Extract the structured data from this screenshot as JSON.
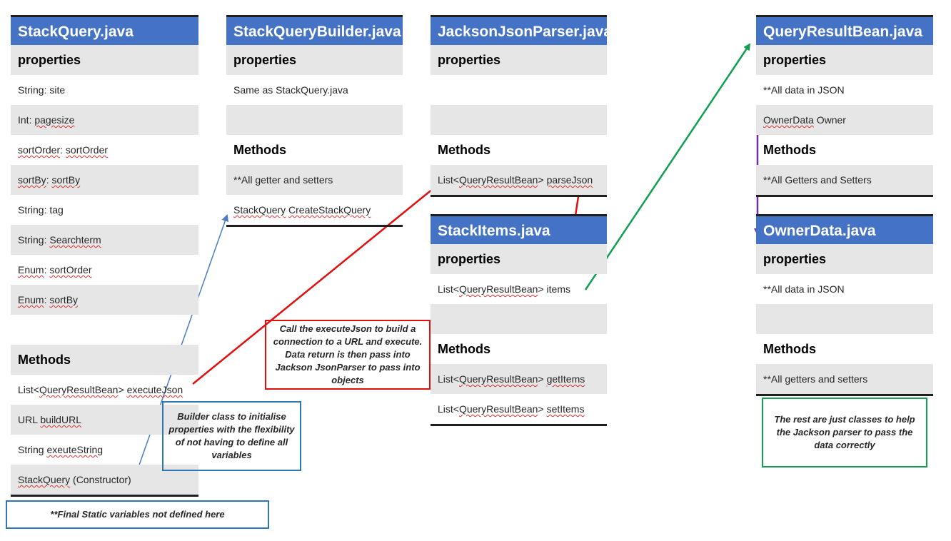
{
  "stackquery": {
    "title": "StackQuery.java",
    "properties_label": "properties",
    "properties": [
      "String: site",
      "Int: pagesize",
      "sortOrder: sortOrder",
      "sortBy: sortBy",
      "String: tag",
      "String: Searchterm",
      "Enum: sortOrder",
      "Enum: sortBy"
    ],
    "methods_label": "Methods",
    "methods": [
      "List<QueryResultBean> executeJson",
      "URL buildURL",
      "String exeuteString",
      "StackQuery (Constructor)"
    ]
  },
  "builder": {
    "title": "StackQueryBuilder.java",
    "properties_label": "properties",
    "properties": [
      "Same as StackQuery.java"
    ],
    "methods_label": "Methods",
    "methods": [
      "**All getter and setters",
      "StackQuery CreateStackQuery"
    ]
  },
  "parser": {
    "title": "JacksonJsonParser.java",
    "properties_label": "properties",
    "methods_label": "Methods",
    "methods": [
      "List<QueryResultBean> parseJson"
    ]
  },
  "stackitems": {
    "title": "StackItems.java",
    "properties_label": "properties",
    "properties": [
      "List<QueryResultBean> items"
    ],
    "methods_label": "Methods",
    "methods": [
      "List<QueryResultBean> getItems",
      "List<QueryResultBean> setItems"
    ]
  },
  "queryresult": {
    "title": "QueryResultBean.java",
    "properties_label": "properties",
    "properties": [
      "**All data in JSON",
      "OwnerData Owner"
    ],
    "methods_label": "Methods",
    "methods": [
      "**All Getters and Setters"
    ]
  },
  "ownerdata": {
    "title": "OwnerData.java",
    "properties_label": "properties",
    "properties": [
      "**All data in JSON"
    ],
    "methods_label": "Methods",
    "methods": [
      "**All getters and setters"
    ]
  },
  "notes": {
    "execute": "Call the executeJson to build a connection to a URL and execute. Data return is then pass into Jackson JsonParser to pass into objects",
    "builder": "Builder class to initialise properties with the flexibility of not having to define all variables",
    "rest": "The rest are just classes to help the Jackson parser to pass the data correctly",
    "final_static": "**Final Static variables not defined here"
  },
  "colors": {
    "header": "#4472c4",
    "shade": "#e7e6e6",
    "red_arrow": "#e01010",
    "blue_arrow": "#4a7cc4",
    "green_arrow": "#10a050",
    "purple_arrow": "#7030a0"
  }
}
